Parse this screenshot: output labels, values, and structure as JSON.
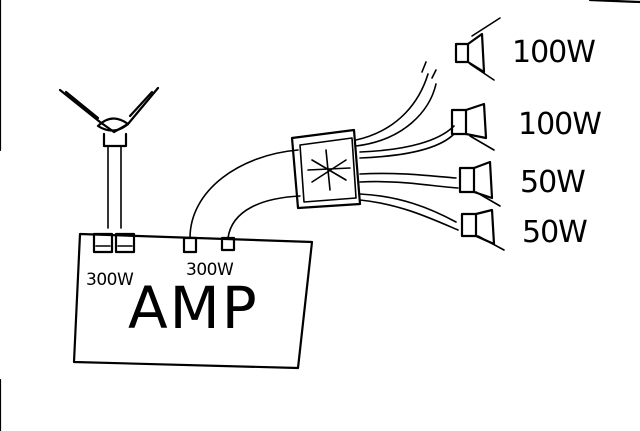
{
  "diagram": {
    "amplifier": {
      "label": "AMP",
      "output_a_label": "300W",
      "output_b_label": "300W"
    },
    "speakers": [
      {
        "label": "100W"
      },
      {
        "label": "100W"
      },
      {
        "label": "50W"
      },
      {
        "label": "50W"
      }
    ],
    "stroke_color": "#000000",
    "background_color": "#ffffff"
  }
}
